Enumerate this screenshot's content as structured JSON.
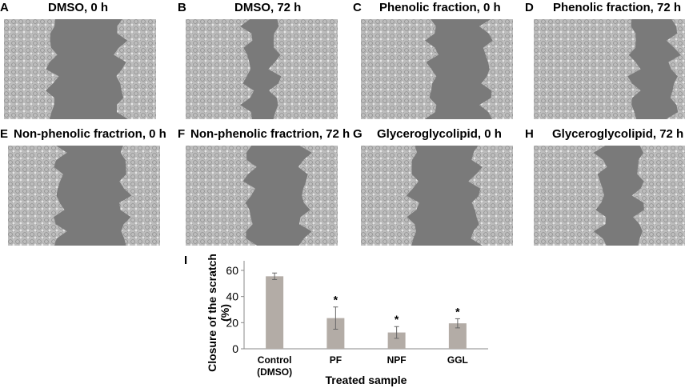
{
  "panels": [
    {
      "letter": "A",
      "title": "DMSO, 0 h",
      "gap_fraction": 0.45,
      "gap_center": 0.54
    },
    {
      "letter": "B",
      "title": "DMSO, 72 h",
      "gap_fraction": 0.18,
      "gap_center": 0.5
    },
    {
      "letter": "C",
      "title": "Phenolic fraction, 0 h",
      "gap_fraction": 0.36,
      "gap_center": 0.65
    },
    {
      "letter": "D",
      "title": "Phenolic fraction, 72 h",
      "gap_fraction": 0.26,
      "gap_center": 0.79
    },
    {
      "letter": "E",
      "title": "Non-phenolic fractrion, 0 h",
      "gap_fraction": 0.43,
      "gap_center": 0.55
    },
    {
      "letter": "F",
      "title": "Non-phenolic fractrion, 72 h",
      "gap_fraction": 0.36,
      "gap_center": 0.6
    },
    {
      "letter": "G",
      "title": "Glyceroglycolipid, 0 h",
      "gap_fraction": 0.41,
      "gap_center": 0.55
    },
    {
      "letter": "H",
      "title": "Glyceroglycolipid, 72 h",
      "gap_fraction": 0.25,
      "gap_center": 0.57
    }
  ],
  "chart_panel_letter": "I",
  "chart_data": {
    "type": "bar",
    "categories": [
      "Control\n(DMSO)",
      "PF",
      "NPF",
      "GGL"
    ],
    "values": [
      55.5,
      23.5,
      12.5,
      19.5
    ],
    "errors": [
      2.5,
      8.5,
      4.5,
      3.5
    ],
    "significance": [
      "",
      "*",
      "*",
      "*"
    ],
    "xlabel": "Treated sample",
    "ylabel": "Closure of the scratch (%)",
    "ylim": [
      0,
      60
    ],
    "yticks": [
      0,
      20,
      40,
      60
    ],
    "bar_color": "#b3aca6",
    "grid": false
  },
  "colors": {
    "cell_layer": "#bdbdbd",
    "cell_dark": "#8c8c8c",
    "cell_light": "#e6e6e6",
    "gap": "#7a7a7a"
  }
}
